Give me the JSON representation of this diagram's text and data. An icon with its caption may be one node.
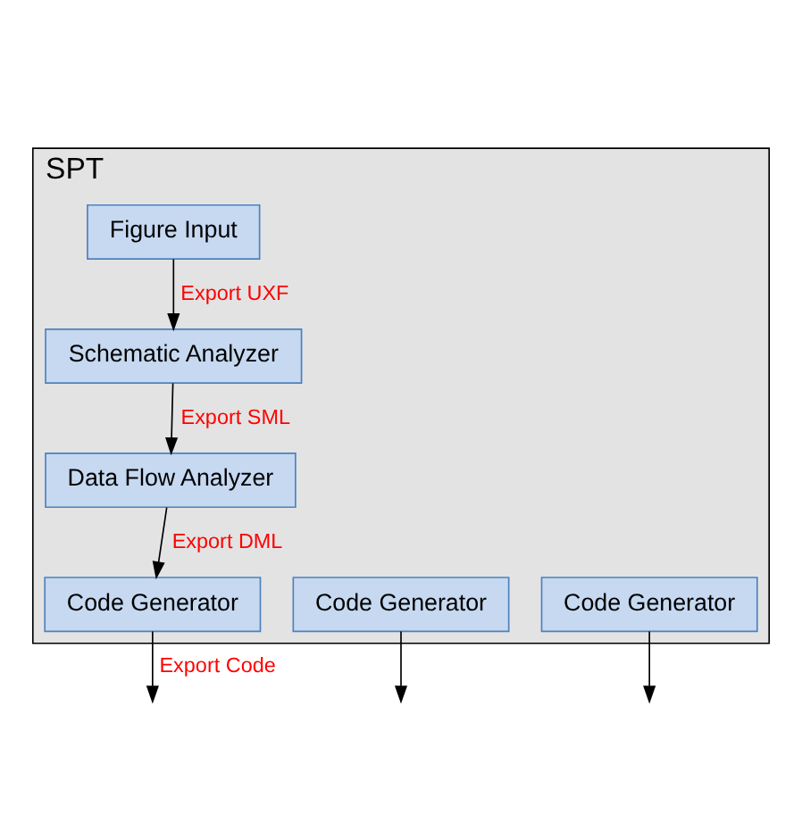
{
  "diagram": {
    "nodes": [
      {
        "text": [
          "SPT"
        ]
      },
      {
        "text": [
          "Figure Input"
        ],
        "in": 0
      },
      {
        "text": [
          "Schematic Analyzer"
        ],
        "in": 0
      },
      {
        "text": [
          "Data Flow Analyzer"
        ],
        "in": 0
      },
      {
        "text": [
          "Code Generator"
        ],
        "in": 0
      },
      {
        "text": [
          "Code Generator"
        ],
        "in": 0
      },
      {
        "text": [
          "Code Generator"
        ],
        "in": 0
      }
    ],
    "edges": [
      {
        "from": 1,
        "to": 2,
        "arrow": "to",
        "label": "Export UXF"
      },
      {
        "from": 2,
        "to": 3,
        "arrow": "to",
        "label": "Export SML"
      },
      {
        "from": 3,
        "to": 4,
        "arrow": "to",
        "label": "Export DML"
      },
      {
        "from": 4,
        "to": null,
        "arrow": "to",
        "label": "Export Code"
      },
      {
        "from": 5,
        "to": null,
        "arrow": "to"
      },
      {
        "from": 6,
        "to": null,
        "arrow": "to"
      }
    ]
  }
}
